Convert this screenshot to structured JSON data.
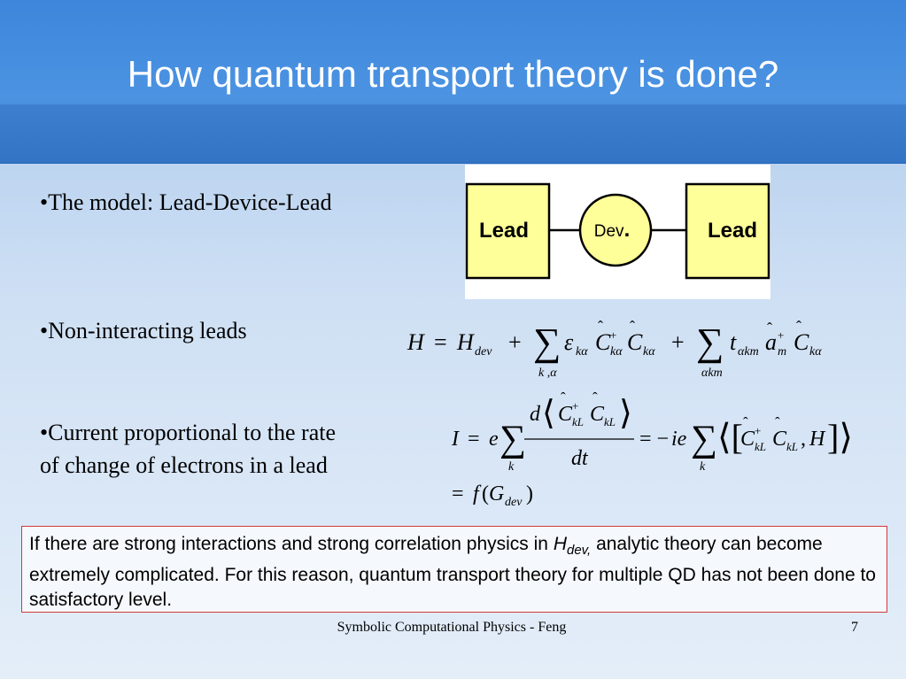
{
  "slide": {
    "title": "How quantum transport theory is done?",
    "bullets": [
      "•The model: Lead-Device-Lead",
      "•Non-interacting leads",
      "•Current proportional to the rate",
      "of change of electrons in a lead"
    ],
    "diagram": {
      "left_label": "Lead",
      "center_label": "Dev",
      "center_suffix": ".",
      "right_label": "Lead",
      "box_color": "#ffff99",
      "stroke_color": "#000000"
    },
    "note": {
      "before": "If there are strong interactions and strong correlation physics in ",
      "symbol": "H",
      "symbol_sub": "dev,",
      "after": " analytic theory can become extremely complicated. For this reason, quantum transport theory for multiple QD has not been done to satisfactory level."
    },
    "footer": "Symbolic Computational Physics - Feng",
    "page_number": "7"
  }
}
